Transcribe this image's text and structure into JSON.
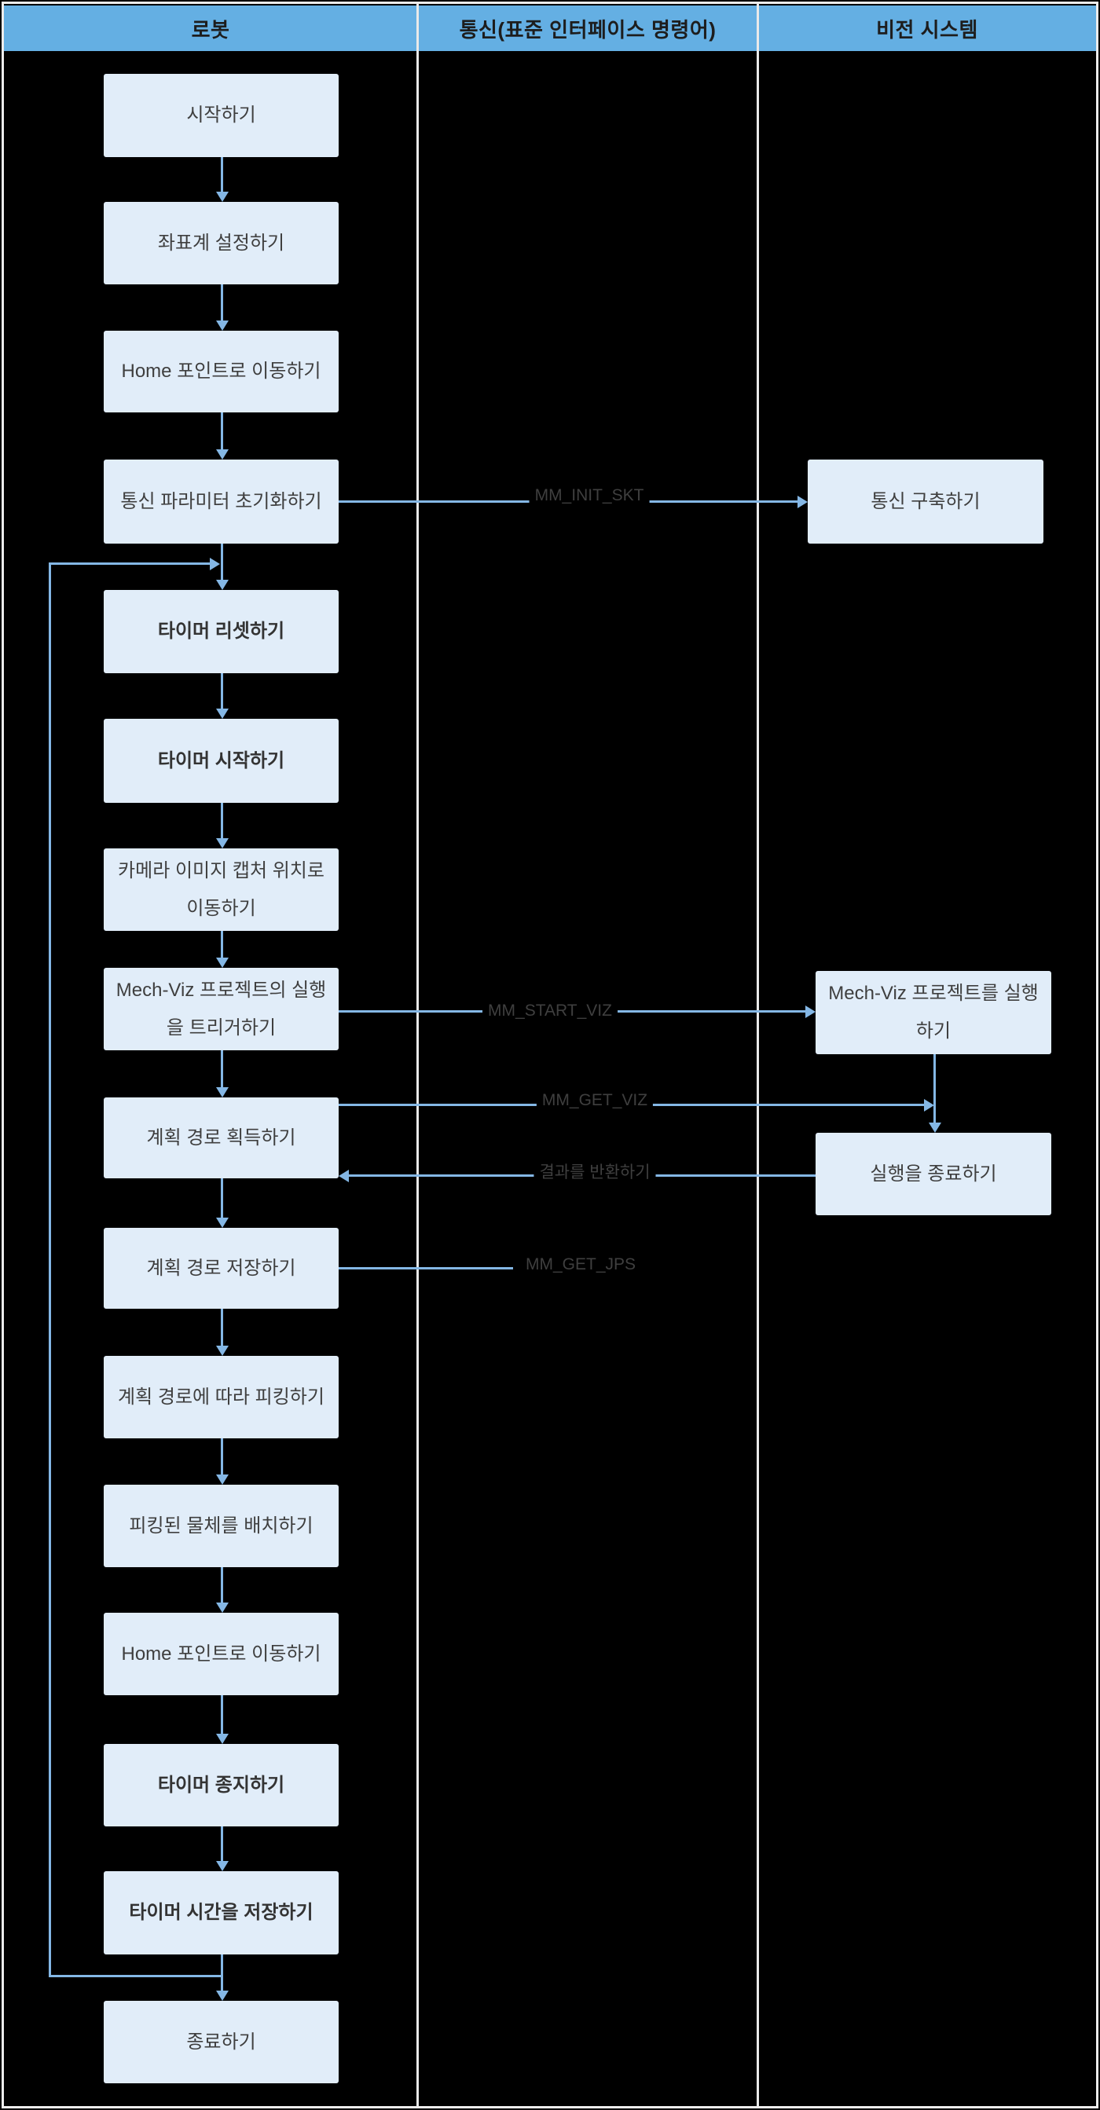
{
  "header": {
    "columns": [
      "로봇",
      "통신(표준 인터페이스 명령어)",
      "비전 시스템"
    ]
  },
  "robot_steps": [
    {
      "label": "시작하기"
    },
    {
      "label": "좌표계 설정하기"
    },
    {
      "label": "Home 포인트로 이동하기"
    },
    {
      "label": "통신 파라미터 초기화하기"
    },
    {
      "label": "타이머 리셋하기"
    },
    {
      "label": "타이머 시작하기"
    },
    {
      "label": "카메라 이미지 캡처 위치로 이동하기"
    },
    {
      "label": "Mech-Viz 프로젝트의 실행을 트리거하기"
    },
    {
      "label": "계획 경로 획득하기"
    },
    {
      "label": "계획 경로 저장하기"
    },
    {
      "label": "계획 경로에 따라 피킹하기"
    },
    {
      "label": "피킹된 물체를 배치하기"
    },
    {
      "label": "Home 포인트로 이동하기"
    },
    {
      "label": "타이머 종지하기"
    },
    {
      "label": "타이머 시간을 저장하기"
    },
    {
      "label": "종료하기"
    }
  ],
  "vision_steps": [
    {
      "label": "통신 구축하기"
    },
    {
      "label": "Mech-Viz 프로젝트를 실행하기"
    },
    {
      "label": "실행을 종료하기"
    }
  ],
  "messages": {
    "mm_init_skt": "MM_INIT_SKT",
    "mm_start_viz": "MM_START_VIZ",
    "mm_get_viz": "MM_GET_VIZ",
    "return_result": "결과를 반환하기",
    "mm_get_jps": "MM_GET_JPS"
  },
  "colors": {
    "background": "#000000",
    "header_fill": "#64AFE3",
    "box_fill": "#E1EDF9",
    "arrow": "#84B7E5",
    "divider": "#E9E9E9",
    "text": "#3F3F3F"
  }
}
